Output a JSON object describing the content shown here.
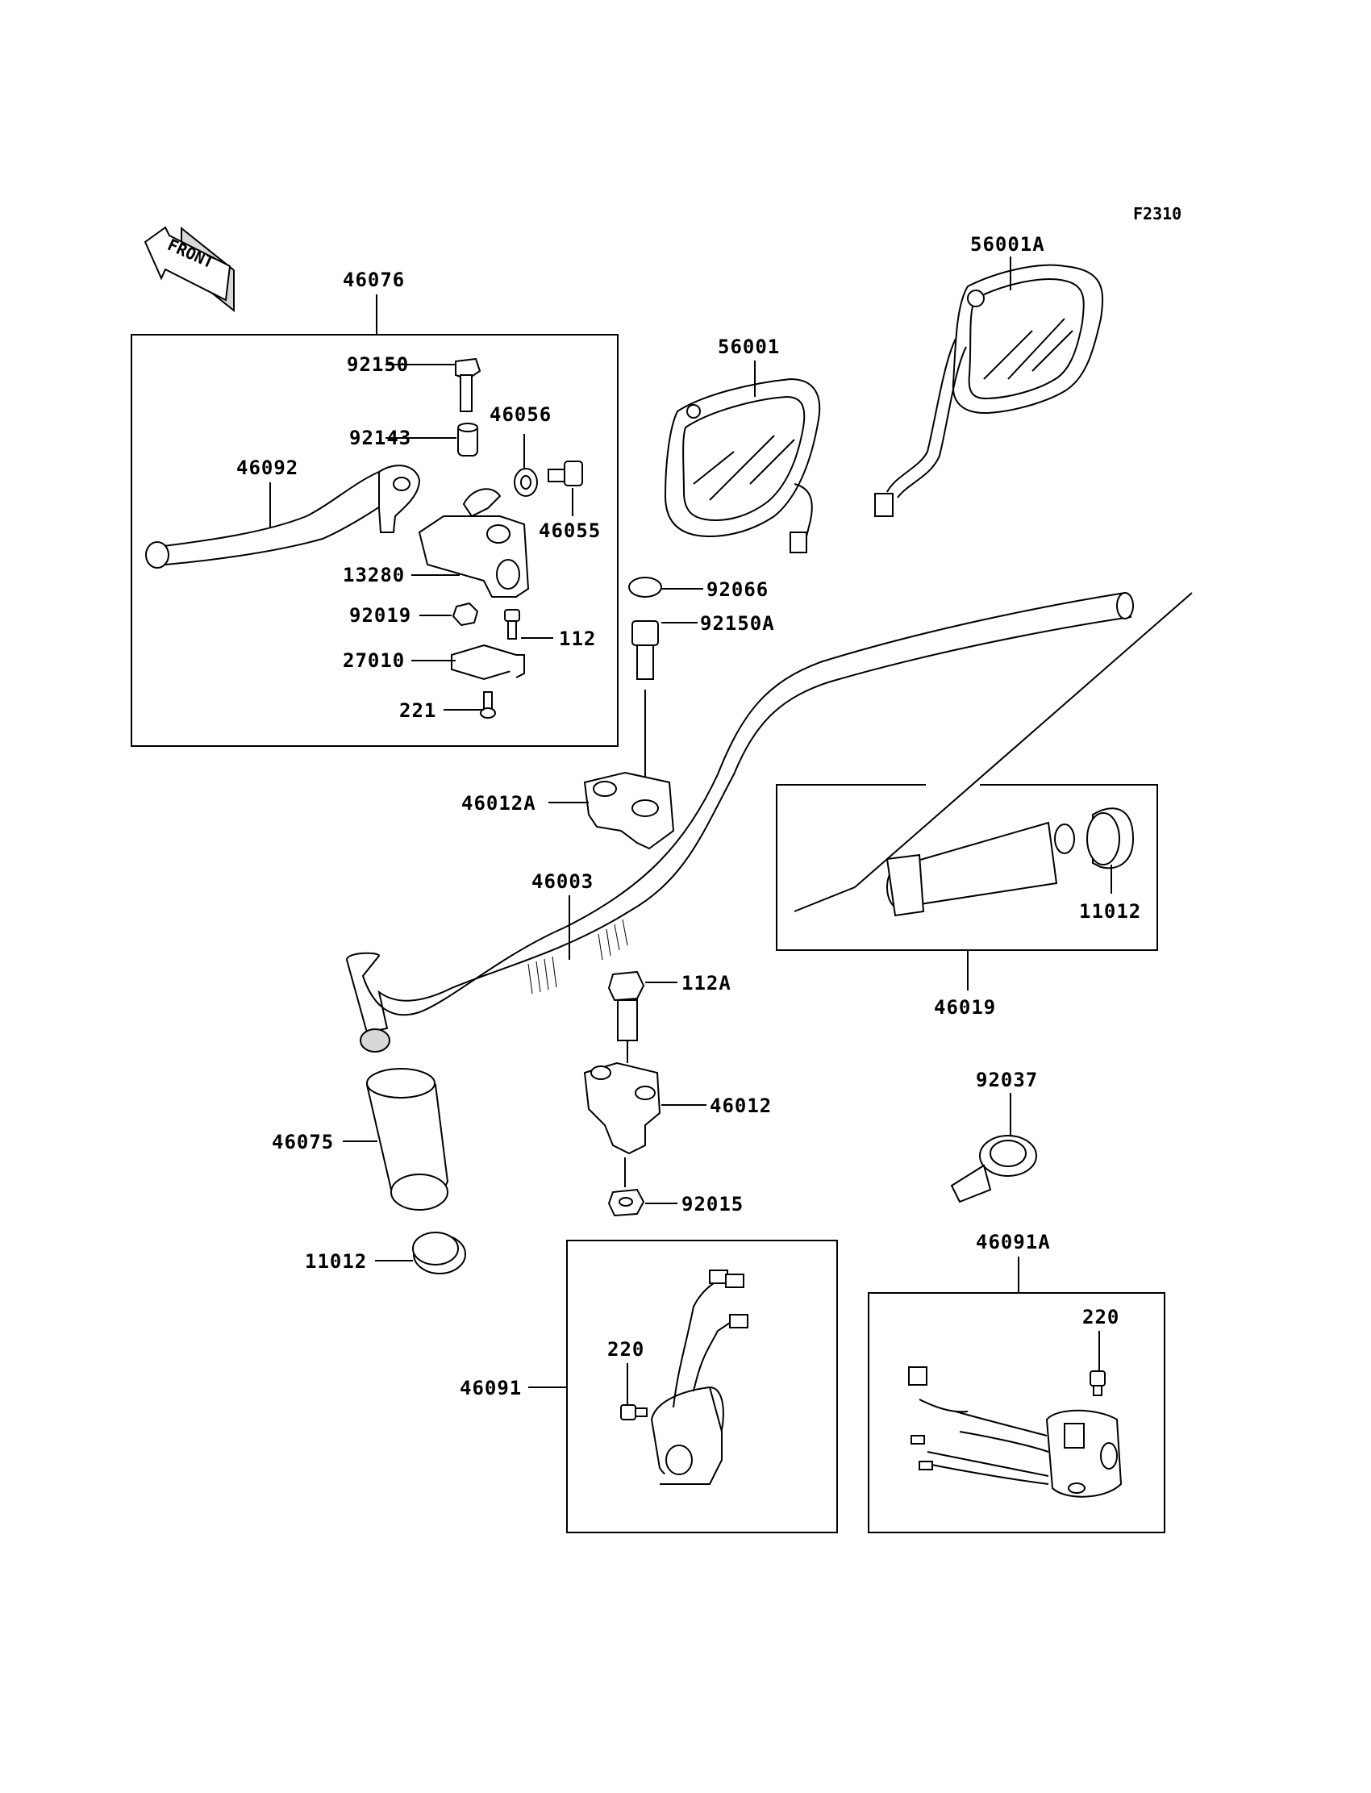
{
  "figure_code": "F2310",
  "front_label": "FRONT",
  "colors": {
    "ink": "#000000",
    "paper": "#ffffff"
  },
  "parts": {
    "p46076": "46076",
    "p92150": "92150",
    "p92143": "92143",
    "p46056": "46056",
    "p46092": "46092",
    "p46055": "46055",
    "p13280": "13280",
    "p92019": "92019",
    "p112": "112",
    "p27010": "27010",
    "p221": "221",
    "p56001": "56001",
    "p56001A": "56001A",
    "p92066": "92066",
    "p92150A": "92150A",
    "p46012A": "46012A",
    "p46003": "46003",
    "p11012a": "11012",
    "p46019": "46019",
    "p112A": "112A",
    "p46012": "46012",
    "p92037": "92037",
    "p46075": "46075",
    "p92015": "92015",
    "p11012b": "11012",
    "p46091A": "46091A",
    "p220a": "220",
    "p220b": "220",
    "p46091": "46091"
  }
}
